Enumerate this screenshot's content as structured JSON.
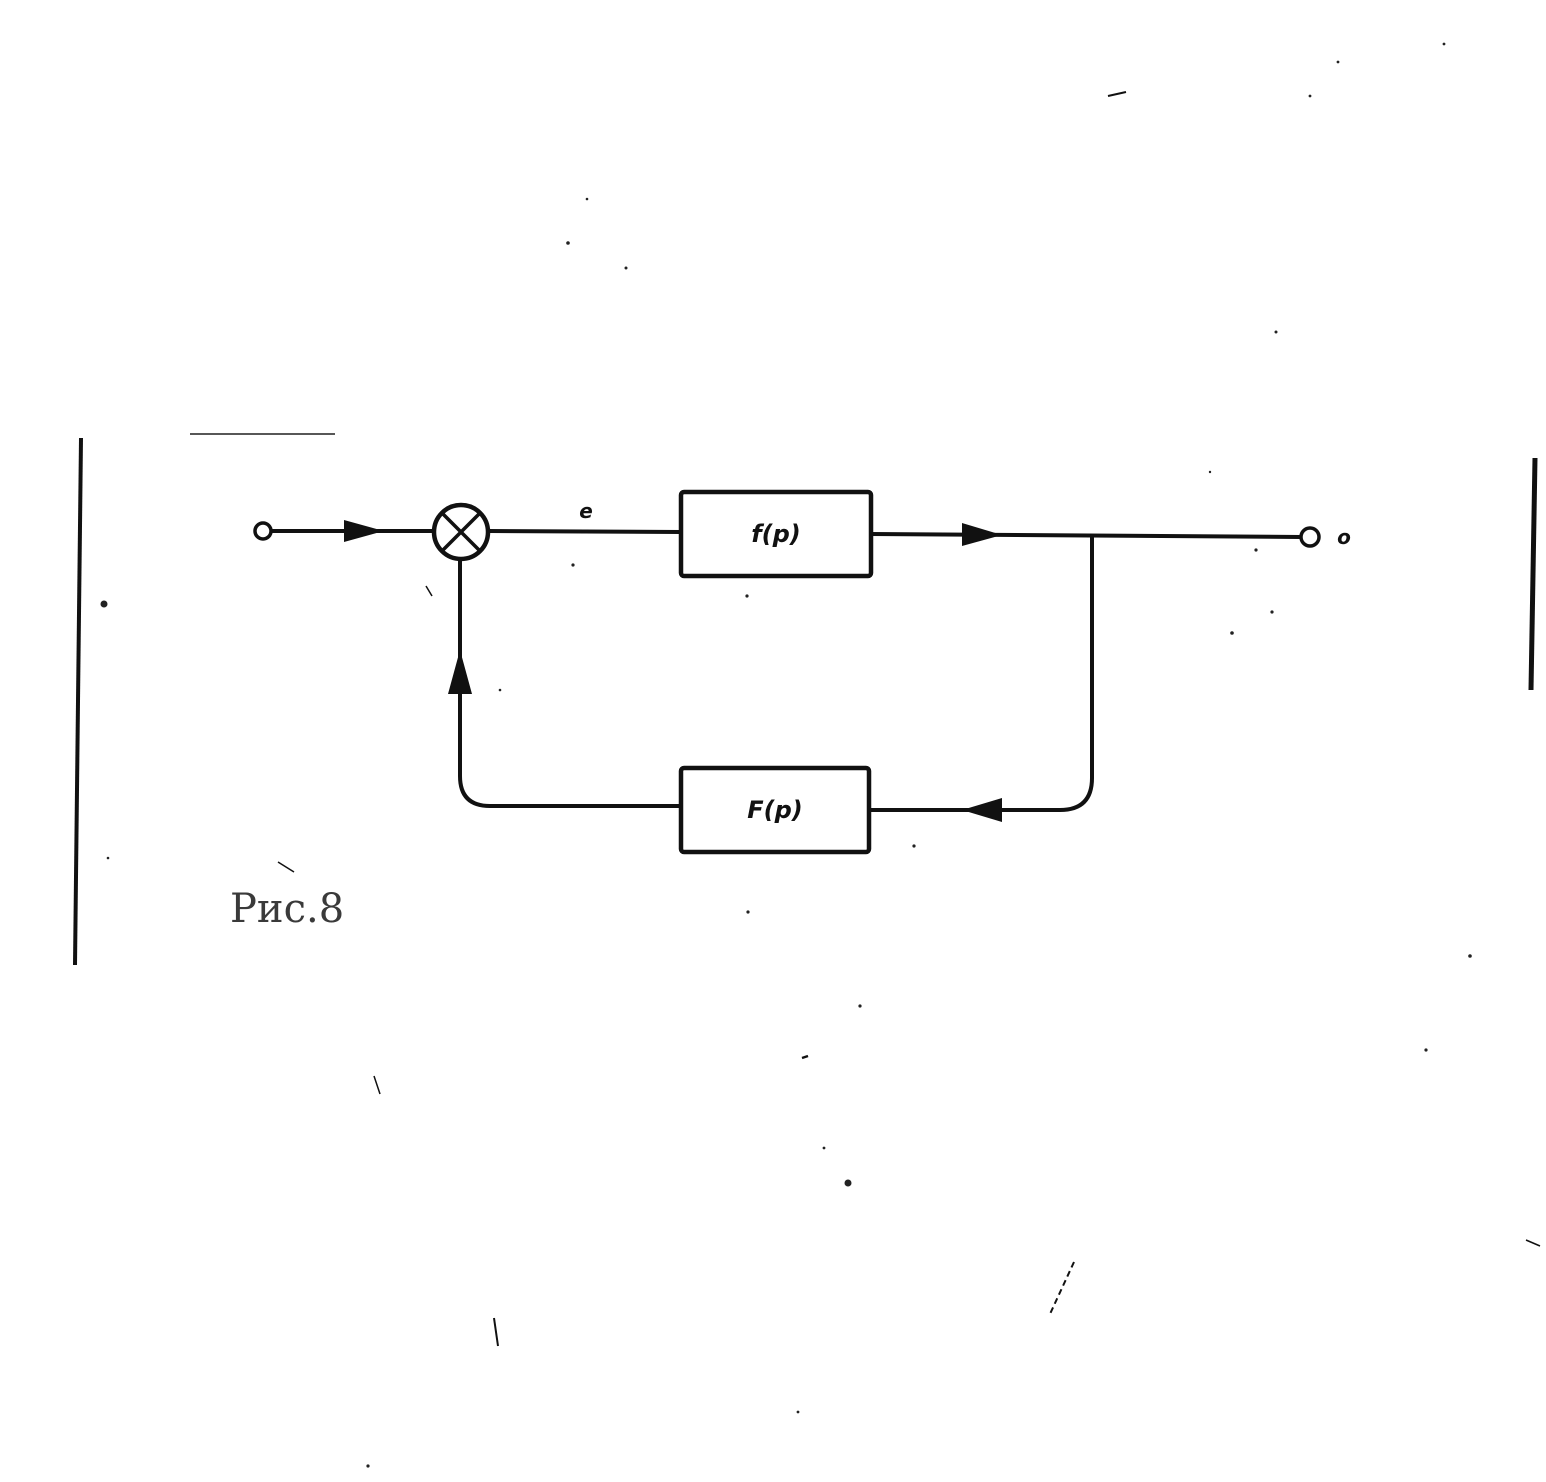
{
  "diagram": {
    "forward_block": {
      "label": "f(p)"
    },
    "feedback_block": {
      "label": "F(p)"
    },
    "error_signal": {
      "label": "e"
    },
    "output_signal": {
      "label": "o"
    },
    "summing_junction": {
      "icon": "summing-junction-cross-icon"
    },
    "arrows": [
      {
        "name": "input-arrow",
        "direction": "right"
      },
      {
        "name": "forward-output-arrow",
        "direction": "right"
      },
      {
        "name": "feedback-input-arrow",
        "direction": "left"
      },
      {
        "name": "feedback-return-arrow",
        "direction": "up"
      }
    ]
  },
  "caption": {
    "text": "Рис.8"
  },
  "colors": {
    "ink": "#111111",
    "paper": "#ffffff",
    "caption_ink": "#3a3a3a"
  }
}
